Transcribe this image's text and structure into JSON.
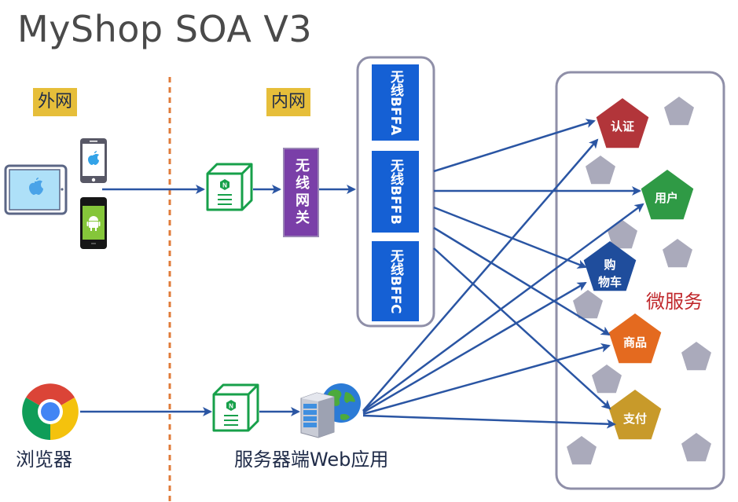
{
  "title": "MyShop SOA V3",
  "zones": {
    "external": "外网",
    "internal": "内网"
  },
  "clients": {
    "mobile_devices": [
      "ipad-icon",
      "iphone-icon",
      "android-phone-icon"
    ],
    "browser_label": "浏览器"
  },
  "gateway": {
    "nginx_icon": "nginx-server-icon",
    "wireless_gateway_label": "无线网关"
  },
  "bff": [
    {
      "name": "无线BFF",
      "suffix": "A"
    },
    {
      "name": "无线BFF",
      "suffix": "B"
    },
    {
      "name": "无线BFF",
      "suffix": "C"
    }
  ],
  "web_app": {
    "label": "服务器端Web应用",
    "icons": [
      "server-icon",
      "globe-icon"
    ]
  },
  "microservices": {
    "group_label": "微服务",
    "services": [
      {
        "id": "auth",
        "label": "认证",
        "color": "#b2353a"
      },
      {
        "id": "user",
        "label": "用户",
        "color": "#2f9a45"
      },
      {
        "id": "cart",
        "label": "购物车",
        "label_lines": [
          "购",
          "物车"
        ],
        "color": "#1f4d9c"
      },
      {
        "id": "product",
        "label": "商品",
        "color": "#e46a1f"
      },
      {
        "id": "payment",
        "label": "支付",
        "color": "#c89a2a"
      }
    ],
    "placeholder_color": "#aaaabb"
  },
  "colors": {
    "arrow": "#2a55a3",
    "divider": "#e07b39",
    "group_border": "#8f8fa8",
    "zone_label_bg": "#e6be3a"
  },
  "connections": [
    {
      "from": "mobile-clients",
      "to": "nginx-mobile"
    },
    {
      "from": "nginx-mobile",
      "to": "wireless-gateway"
    },
    {
      "from": "wireless-gateway",
      "to": "bff-group"
    },
    {
      "from": "bff-b",
      "to": "auth"
    },
    {
      "from": "bff-b",
      "to": "user"
    },
    {
      "from": "bff-b",
      "to": "cart"
    },
    {
      "from": "bff-b",
      "to": "product"
    },
    {
      "from": "bff-b",
      "to": "payment"
    },
    {
      "from": "browser",
      "to": "nginx-web"
    },
    {
      "from": "nginx-web",
      "to": "web-app"
    },
    {
      "from": "web-app",
      "to": "auth"
    },
    {
      "from": "web-app",
      "to": "user"
    },
    {
      "from": "web-app",
      "to": "cart"
    },
    {
      "from": "web-app",
      "to": "product"
    },
    {
      "from": "web-app",
      "to": "payment"
    }
  ]
}
